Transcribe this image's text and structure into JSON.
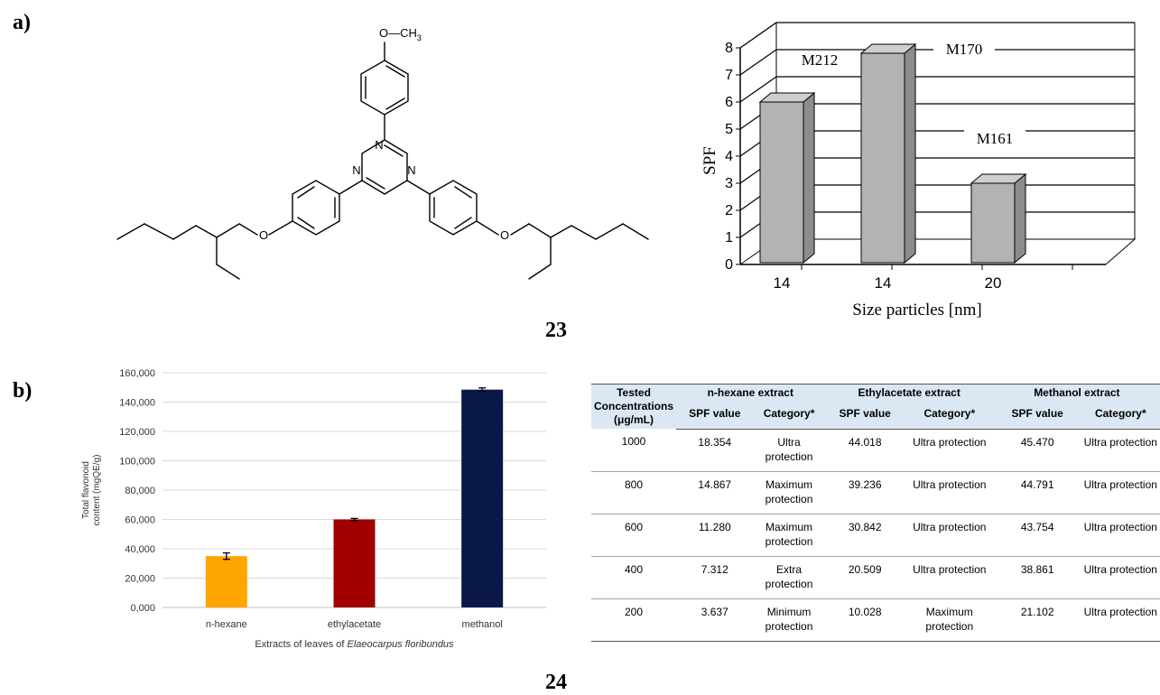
{
  "panel_labels": {
    "a": "a)",
    "b": "b)"
  },
  "compound_numbers": {
    "first": "23",
    "second": "24"
  },
  "molecule": {
    "substituent": "O—CH",
    "substituent_sub": "3",
    "atoms": {
      "n1": "N",
      "n2": "N",
      "n3": "N",
      "o_left": "O",
      "o_right": "O"
    }
  },
  "chart_data": [
    {
      "type": "bar",
      "categories": [
        "14",
        "14",
        "20"
      ],
      "values": [
        6.0,
        7.8,
        3.0
      ],
      "bar_labels": [
        "M212",
        "M170",
        "M161"
      ],
      "xlabel": "Size particles  [nm]",
      "ylabel": "SPF",
      "ylim": [
        0,
        8
      ],
      "yticks": [
        "0",
        "1",
        "2",
        "3",
        "4",
        "5",
        "6",
        "7",
        "8"
      ],
      "grid": true,
      "colors": {
        "bar": "#b3b3b3",
        "bar_side": "#8c8c8c",
        "bar_top": "#cfcfcf"
      }
    },
    {
      "type": "bar",
      "categories": [
        "n-hexane",
        "ethylacetate",
        "methanol"
      ],
      "values": [
        35000,
        60000,
        148500
      ],
      "errors": [
        2200,
        700,
        1200
      ],
      "xlabel_prefix": "Extracts of leaves of ",
      "xlabel_italic": "Elaeocarpus floribundus",
      "ylabel": "Total flavonoid content (mgQE/g)",
      "ylabel_line1": "Total flavonoid",
      "ylabel_line2": "content  (mgQE/g)",
      "ylim": [
        0,
        160000
      ],
      "yticks": [
        "0,000",
        "20,000",
        "40,000",
        "60,000",
        "80,000",
        "100,000",
        "120,000",
        "140,000",
        "160,000"
      ],
      "grid": true,
      "colors": [
        "#ffa500",
        "#a00000",
        "#0a1848"
      ]
    }
  ],
  "table": {
    "headers": {
      "tested": "Tested",
      "concentrations": "Concentrations",
      "unit": "(μg/mL)",
      "groups": [
        "n-hexane extract",
        "Ethylacetate extract",
        "Methanol extract"
      ],
      "spf_value": "SPF value",
      "category": "Category*"
    },
    "rows": [
      {
        "conc": "1000",
        "h_spf": "18.354",
        "h_cat": "Ultra protection",
        "e_spf": "44.018",
        "e_cat": "Ultra protection",
        "m_spf": "45.470",
        "m_cat": "Ultra protection"
      },
      {
        "conc": "800",
        "h_spf": "14.867",
        "h_cat": "Maximum protection",
        "e_spf": "39.236",
        "e_cat": "Ultra protection",
        "m_spf": "44.791",
        "m_cat": "Ultra protection"
      },
      {
        "conc": "600",
        "h_spf": "11.280",
        "h_cat": "Maximum protection",
        "e_spf": "30.842",
        "e_cat": "Ultra protection",
        "m_spf": "43.754",
        "m_cat": "Ultra protection"
      },
      {
        "conc": "400",
        "h_spf": "7.312",
        "h_cat": "Extra protection",
        "e_spf": "20.509",
        "e_cat": "Ultra protection",
        "m_spf": "38.861",
        "m_cat": "Ultra protection"
      },
      {
        "conc": "200",
        "h_spf": "3.637",
        "h_cat": "Minimum protection",
        "e_spf": "10.028",
        "e_cat": "Maximum protection",
        "m_spf": "21.102",
        "m_cat": "Ultra protection"
      }
    ]
  }
}
